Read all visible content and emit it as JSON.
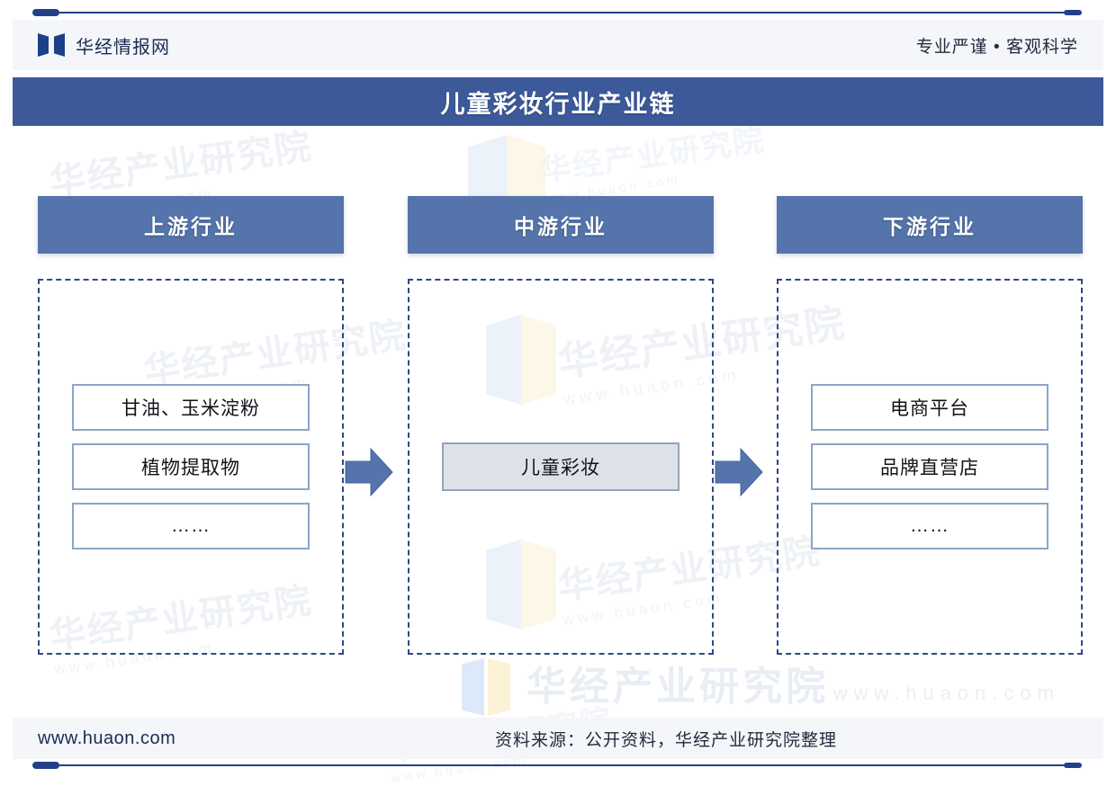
{
  "header": {
    "brand": "华经情报网",
    "tagline": "专业严谨 • 客观科学",
    "logo_icon": "open-book-icon"
  },
  "title": "儿童彩妆行业产业链",
  "chart_data": {
    "type": "diagram",
    "title": "儿童彩妆行业产业链",
    "layout": "three-column-value-chain",
    "connector": "right-arrow",
    "columns": [
      {
        "header": "上游行业",
        "nodes": [
          {
            "label": "甘油、玉米淀粉",
            "filled": false
          },
          {
            "label": "植物提取物",
            "filled": false
          },
          {
            "label": "……",
            "filled": false
          }
        ]
      },
      {
        "header": "中游行业",
        "nodes": [
          {
            "label": "儿童彩妆",
            "filled": true
          }
        ]
      },
      {
        "header": "下游行业",
        "nodes": [
          {
            "label": "电商平台",
            "filled": false
          },
          {
            "label": "品牌直营店",
            "filled": false
          },
          {
            "label": "……",
            "filled": false
          }
        ]
      }
    ],
    "colors": {
      "title_bar": "#3c5a99",
      "column_header": "#5574ab",
      "dashed_border": "#2c4a86",
      "node_border": "#8ba5c6",
      "node_fill_highlight": "#dde2ea",
      "arrow": "#5574ab",
      "accent_rule": "#23418a"
    }
  },
  "watermark": {
    "name": "华经产业研究院",
    "url": "www.huaon.com"
  },
  "footer": {
    "url": "www.huaon.com",
    "source": "资料来源：公开资料，华经产业研究院整理"
  }
}
